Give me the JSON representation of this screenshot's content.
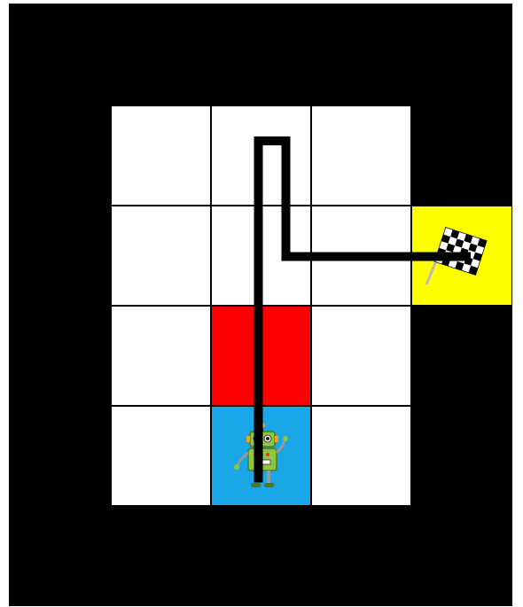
{
  "game": {
    "grid_rows": 6,
    "grid_cols": 5,
    "colors": {
      "wall": "#000000",
      "open": "#ffffff",
      "hazard": "#ff0000",
      "start": "#1aa7e8",
      "goal": "#ffff00",
      "path": "#000000"
    },
    "cells": [
      {
        "row": 0,
        "col": 0,
        "type": "wall"
      },
      {
        "row": 0,
        "col": 1,
        "type": "wall"
      },
      {
        "row": 0,
        "col": 2,
        "type": "wall"
      },
      {
        "row": 0,
        "col": 3,
        "type": "wall"
      },
      {
        "row": 0,
        "col": 4,
        "type": "wall"
      },
      {
        "row": 1,
        "col": 0,
        "type": "wall"
      },
      {
        "row": 1,
        "col": 1,
        "type": "open"
      },
      {
        "row": 1,
        "col": 2,
        "type": "open"
      },
      {
        "row": 1,
        "col": 3,
        "type": "open"
      },
      {
        "row": 1,
        "col": 4,
        "type": "wall"
      },
      {
        "row": 2,
        "col": 0,
        "type": "wall"
      },
      {
        "row": 2,
        "col": 1,
        "type": "open"
      },
      {
        "row": 2,
        "col": 2,
        "type": "open"
      },
      {
        "row": 2,
        "col": 3,
        "type": "open"
      },
      {
        "row": 2,
        "col": 4,
        "type": "goal",
        "icon": "checkered-flag-icon"
      },
      {
        "row": 3,
        "col": 0,
        "type": "wall"
      },
      {
        "row": 3,
        "col": 1,
        "type": "open"
      },
      {
        "row": 3,
        "col": 2,
        "type": "hazard"
      },
      {
        "row": 3,
        "col": 3,
        "type": "open"
      },
      {
        "row": 3,
        "col": 4,
        "type": "wall"
      },
      {
        "row": 4,
        "col": 0,
        "type": "wall"
      },
      {
        "row": 4,
        "col": 1,
        "type": "open"
      },
      {
        "row": 4,
        "col": 2,
        "type": "start",
        "icon": "robot-icon"
      },
      {
        "row": 4,
        "col": 3,
        "type": "open"
      },
      {
        "row": 4,
        "col": 4,
        "type": "wall"
      },
      {
        "row": 5,
        "col": 0,
        "type": "wall"
      },
      {
        "row": 5,
        "col": 1,
        "type": "wall"
      },
      {
        "row": 5,
        "col": 2,
        "type": "wall"
      },
      {
        "row": 5,
        "col": 3,
        "type": "wall"
      },
      {
        "row": 5,
        "col": 4,
        "type": "wall"
      }
    ],
    "route": [
      {
        "row": 4,
        "col": 2
      },
      {
        "row": 3,
        "col": 2
      },
      {
        "row": 2,
        "col": 2
      },
      {
        "row": 1,
        "col": 2
      },
      {
        "row": 2,
        "col": 2
      },
      {
        "row": 2,
        "col": 3
      },
      {
        "row": 2,
        "col": 4
      }
    ]
  }
}
